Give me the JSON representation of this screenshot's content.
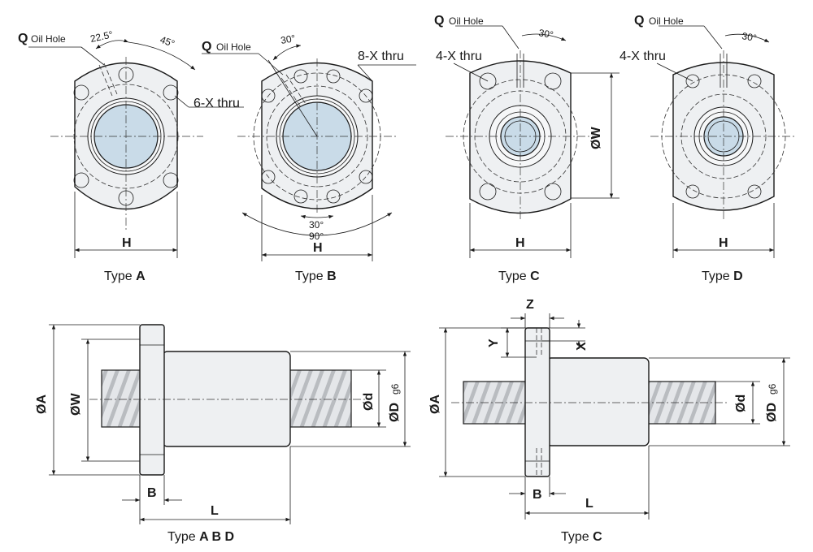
{
  "views": {
    "type_a": {
      "caption_prefix": "Type ",
      "caption_letter": "A",
      "oil_hole_q": "Q",
      "oil_hole_text": "Oil Hole",
      "angle_1": "22.5°",
      "angle_2": "45°",
      "thru": "6-X thru",
      "width": "H"
    },
    "type_b": {
      "caption_prefix": "Type ",
      "caption_letter": "B",
      "oil_hole_q": "Q",
      "oil_hole_text": "Oil Hole",
      "angle_1": "30°",
      "thru": "8-X thru",
      "angle_bottom_1": "30°",
      "angle_bottom_2": "90°",
      "width": "H"
    },
    "type_c": {
      "caption_prefix": "Type ",
      "caption_letter": "C",
      "oil_hole_q": "Q",
      "oil_hole_text": "Oil Hole",
      "angle_1": "30°",
      "thru": "4-X thru",
      "diameter": "ØW",
      "width": "H"
    },
    "type_d": {
      "caption_prefix": "Type ",
      "caption_letter": "D",
      "oil_hole_q": "Q",
      "oil_hole_text": "Oil Hole",
      "angle_1": "30°",
      "thru": "4-X thru",
      "width": "H"
    }
  },
  "side_abd": {
    "caption_prefix": "Type ",
    "caption_letters": "A B D",
    "dim_a": "ØA",
    "dim_w": "ØW",
    "dim_d_small": "Ød",
    "dim_d_big": "ØD",
    "tolerance": "g6",
    "dim_b": "B",
    "dim_l": "L"
  },
  "side_c": {
    "caption_prefix": "Type ",
    "caption_letter": "C",
    "dim_a": "ØA",
    "dim_d_small": "Ød",
    "dim_d_big": "ØD",
    "tolerance": "g6",
    "dim_b": "B",
    "dim_l": "L",
    "dim_z": "Z",
    "dim_y": "Y",
    "dim_x": "X"
  },
  "colors": {
    "body": "#eef0f2",
    "bore": "#c9dbe8",
    "line": "#1a1a1a"
  }
}
